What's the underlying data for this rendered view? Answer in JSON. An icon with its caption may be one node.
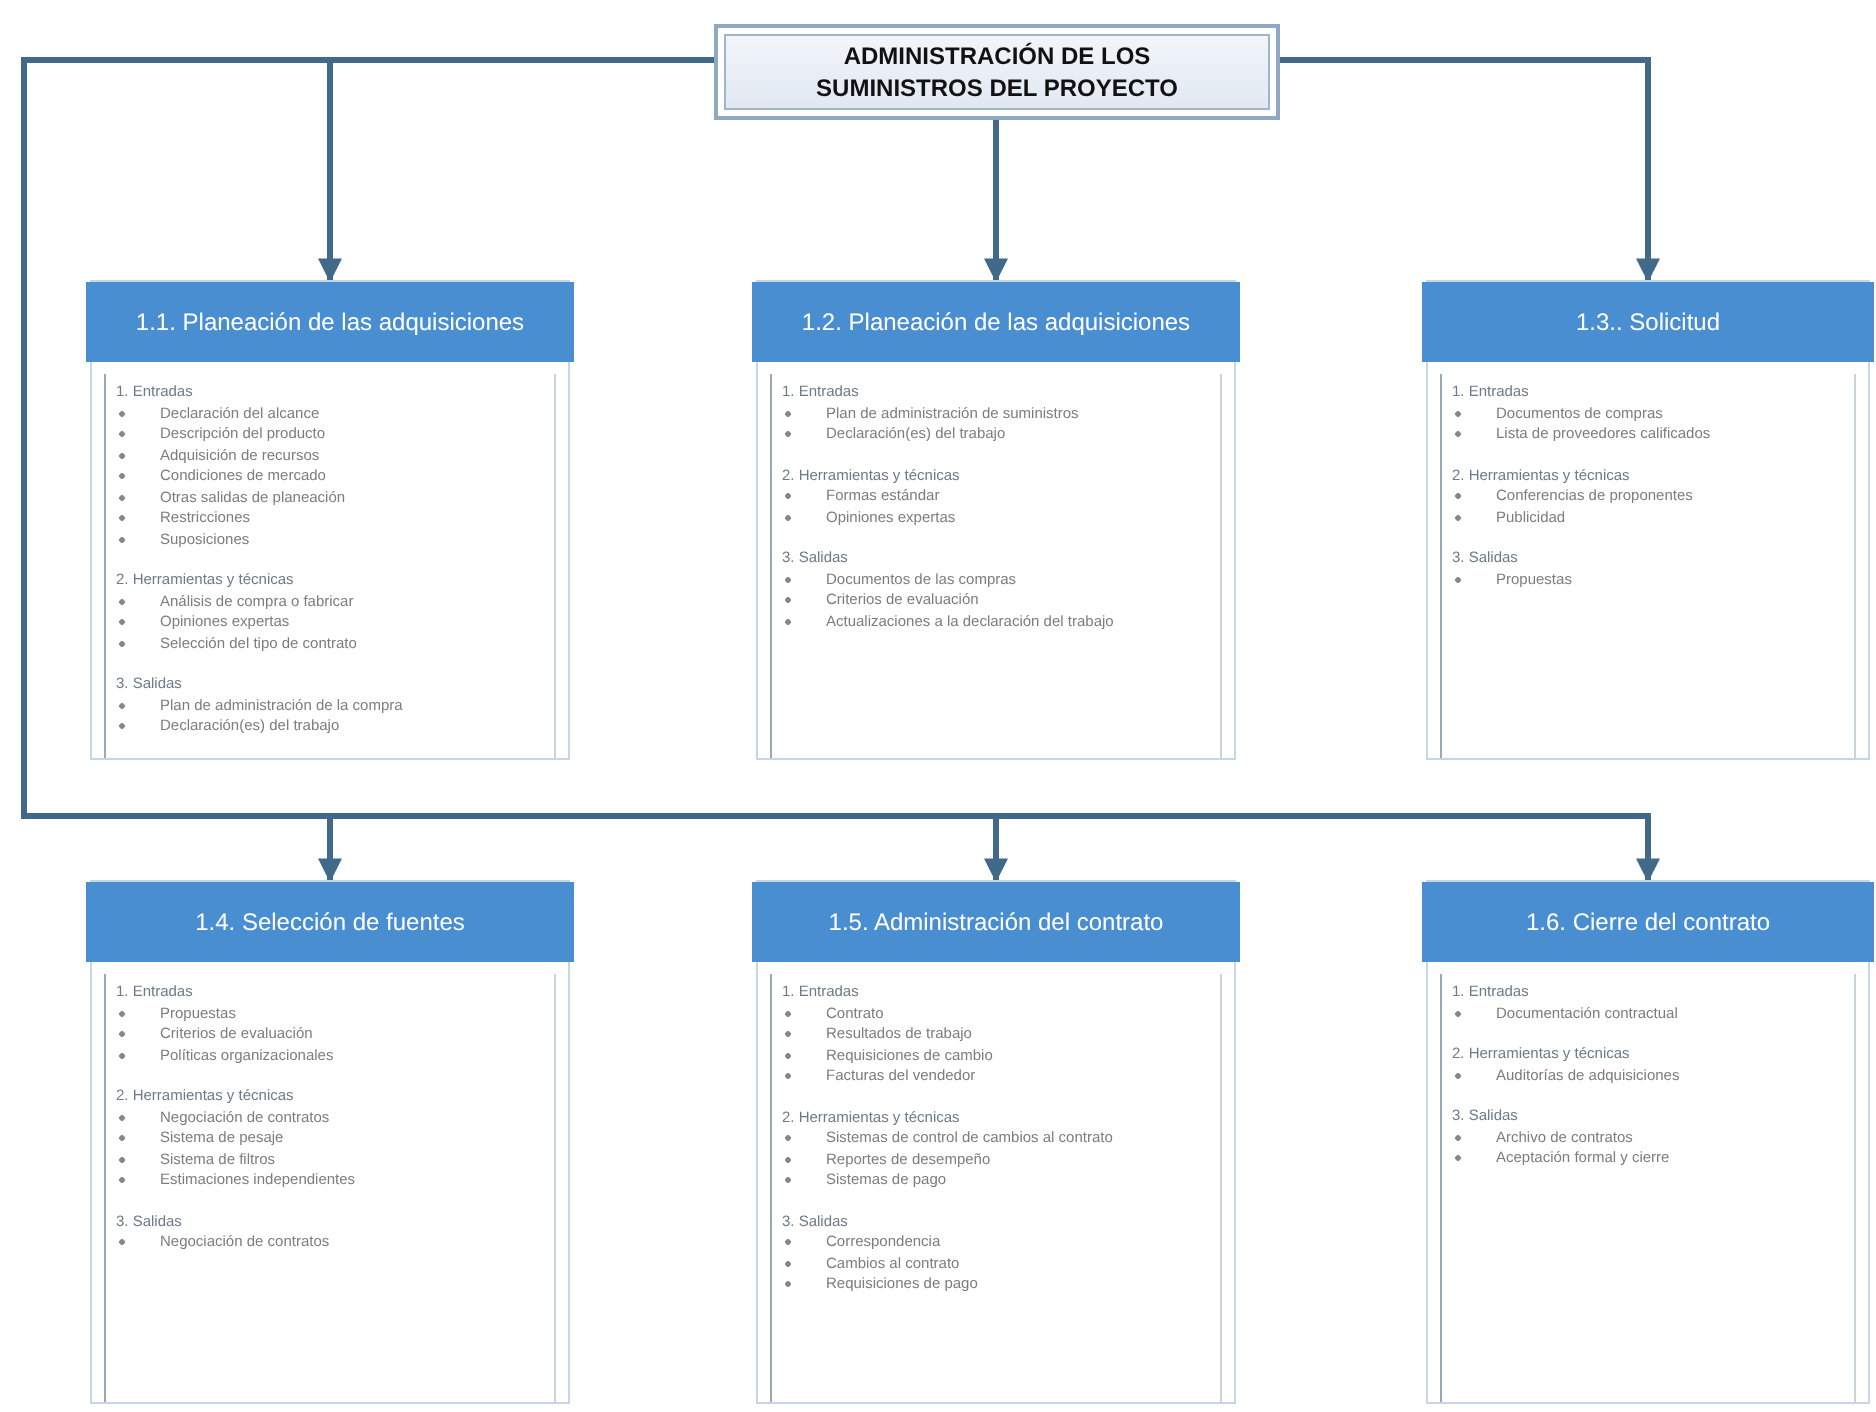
{
  "diagram": {
    "nodes": [
      {
        "text": [
          "ADMINISTRACIÓN DE LOS SUMINISTROS DEL PROYECTO"
        ]
      },
      {
        "text": [
          "1.1. Planeación de las adquisiciones",
          "1. Entradas",
          "Declaración del alcance",
          "Descripción del producto",
          "Adquisición de recursos",
          "Condiciones de mercado",
          "Otras salidas de planeación",
          "Restricciones",
          "Suposiciones",
          "2. Herramientas y técnicas",
          "Análisis de compra o fabricar",
          "Opiniones expertas",
          "Selección del tipo de contrato",
          "3. Salidas",
          "Plan de administración de la compra",
          "Declaración(es) del trabajo"
        ]
      },
      {
        "text": [
          "1.2. Planeación de las adquisiciones",
          "1. Entradas",
          "Plan de administración de suministros",
          "Declaración(es) del trabajo",
          "2. Herramientas y técnicas",
          "Formas estándar",
          "Opiniones expertas",
          "3. Salidas",
          "Documentos de las compras",
          "Criterios de evaluación",
          "Actualizaciones a la declaración del trabajo"
        ]
      },
      {
        "text": [
          "1.3.. Solicitud",
          "1. Entradas",
          "Documentos de compras",
          "Lista de proveedores calificados",
          "2. Herramientas y técnicas",
          "Conferencias de proponentes",
          "Publicidad",
          "3. Salidas",
          "Propuestas"
        ]
      },
      {
        "text": [
          "1.4. Selección de fuentes",
          "1. Entradas",
          "Propuestas",
          "Criterios de evaluación",
          "Políticas organizacionales",
          "2. Herramientas y técnicas",
          "Negociación de contratos",
          "Sistema de pesaje",
          "Sistema de filtros",
          "Estimaciones independientes",
          "3. Salidas",
          "Negociación de contratos"
        ]
      },
      {
        "text": [
          "1.5. Administración del contrato",
          "1. Entradas",
          "Contrato",
          "Resultados de trabajo",
          "Requisiciones de cambio",
          "Facturas del vendedor",
          "2. Herramientas y técnicas",
          "Sistemas de control de cambios al contrato",
          "Reportes de desempeño",
          "Sistemas de pago",
          "3. Salidas",
          "Correspondencia",
          "Cambios al contrato",
          "Requisiciones de pago"
        ]
      },
      {
        "text": [
          "1.6. Cierre del contrato",
          "1. Entradas",
          "Documentación contractual",
          "2. Herramientas y técnicas",
          "Auditorías de adquisiciones",
          "3. Salidas",
          "Archivo de contratos",
          "Aceptación formal y cierre"
        ]
      }
    ],
    "edges": [
      {
        "from": 0,
        "to": 1,
        "arrow": "to"
      },
      {
        "from": 0,
        "to": 2,
        "arrow": "to"
      },
      {
        "from": 0,
        "to": 3,
        "arrow": "to"
      },
      {
        "from": 0,
        "to": 4,
        "arrow": "to"
      },
      {
        "from": 0,
        "to": 5,
        "arrow": "to"
      },
      {
        "from": 0,
        "to": 6,
        "arrow": "to"
      }
    ]
  }
}
